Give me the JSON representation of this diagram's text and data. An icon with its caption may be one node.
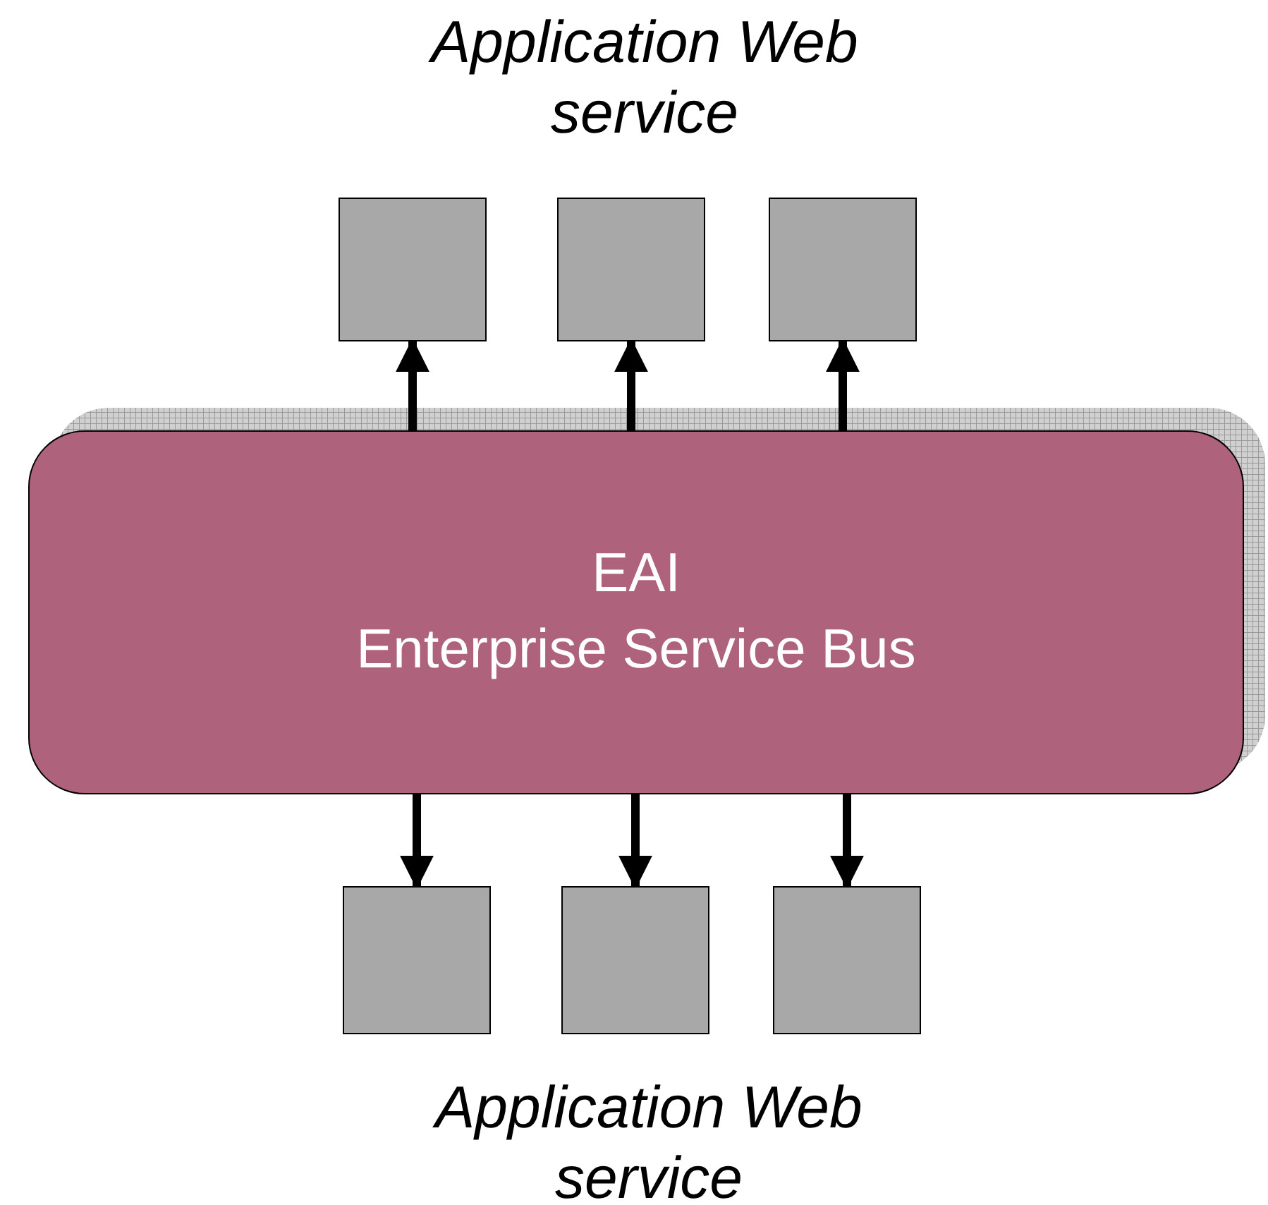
{
  "diagram": {
    "nodes": [
      {
        "text": [
          "EAI",
          "Enterprise Service Bus"
        ]
      },
      {
        "text": [],
        "shape": "box"
      },
      {
        "text": [],
        "shape": "box"
      },
      {
        "text": [],
        "shape": "box"
      },
      {
        "text": [],
        "shape": "box"
      },
      {
        "text": [],
        "shape": "box"
      },
      {
        "text": [],
        "shape": "box"
      }
    ],
    "edges": [
      {
        "from": 0,
        "to": 1,
        "arrow": "to"
      },
      {
        "from": 0,
        "to": 2,
        "arrow": "to"
      },
      {
        "from": 0,
        "to": 3,
        "arrow": "to"
      },
      {
        "from": 0,
        "to": 4,
        "arrow": "to"
      },
      {
        "from": 0,
        "to": 5,
        "arrow": "to"
      },
      {
        "from": 0,
        "to": 6,
        "arrow": "to"
      }
    ],
    "labels": [
      "Application Web service",
      "Application Web service"
    ]
  }
}
